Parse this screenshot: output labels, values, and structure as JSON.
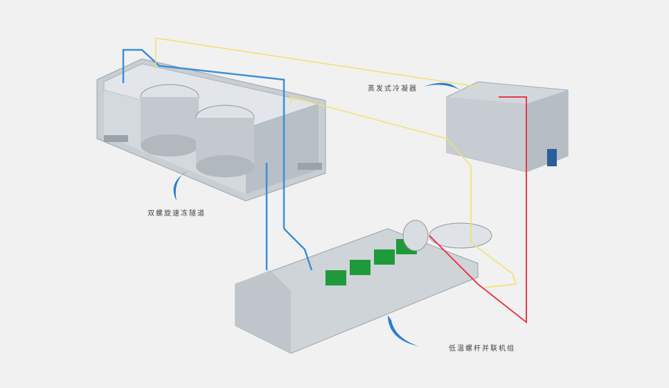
{
  "labels": {
    "condenser": "蒸发式冷凝器",
    "tunnel": "双螺旋速冻隧道",
    "compressor_unit": "低温螺杆并联机组"
  },
  "colors": {
    "background": "#f1f1f1",
    "suction_line": "#3a8fd8",
    "liquid_line": "#f2e06a",
    "discharge_line": "#e8384a",
    "compressor_green": "#1f9a3a"
  }
}
